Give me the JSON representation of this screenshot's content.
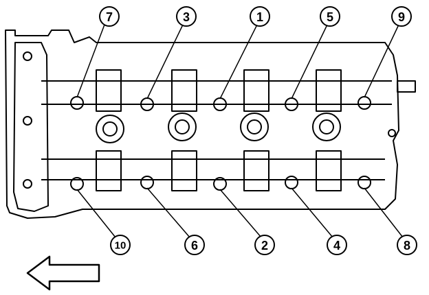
{
  "diagram": {
    "callouts": [
      {
        "id": "c7",
        "label": "7"
      },
      {
        "id": "c3",
        "label": "3"
      },
      {
        "id": "c1",
        "label": "1"
      },
      {
        "id": "c5",
        "label": "5"
      },
      {
        "id": "c9",
        "label": "9"
      },
      {
        "id": "c10",
        "label": "10"
      },
      {
        "id": "c6",
        "label": "6"
      },
      {
        "id": "c2",
        "label": "2"
      },
      {
        "id": "c4",
        "label": "4"
      },
      {
        "id": "c8",
        "label": "8"
      }
    ],
    "arrow_icon": "left-arrow-icon",
    "colors": {
      "ink": "#000000",
      "paper": "#ffffff"
    }
  }
}
